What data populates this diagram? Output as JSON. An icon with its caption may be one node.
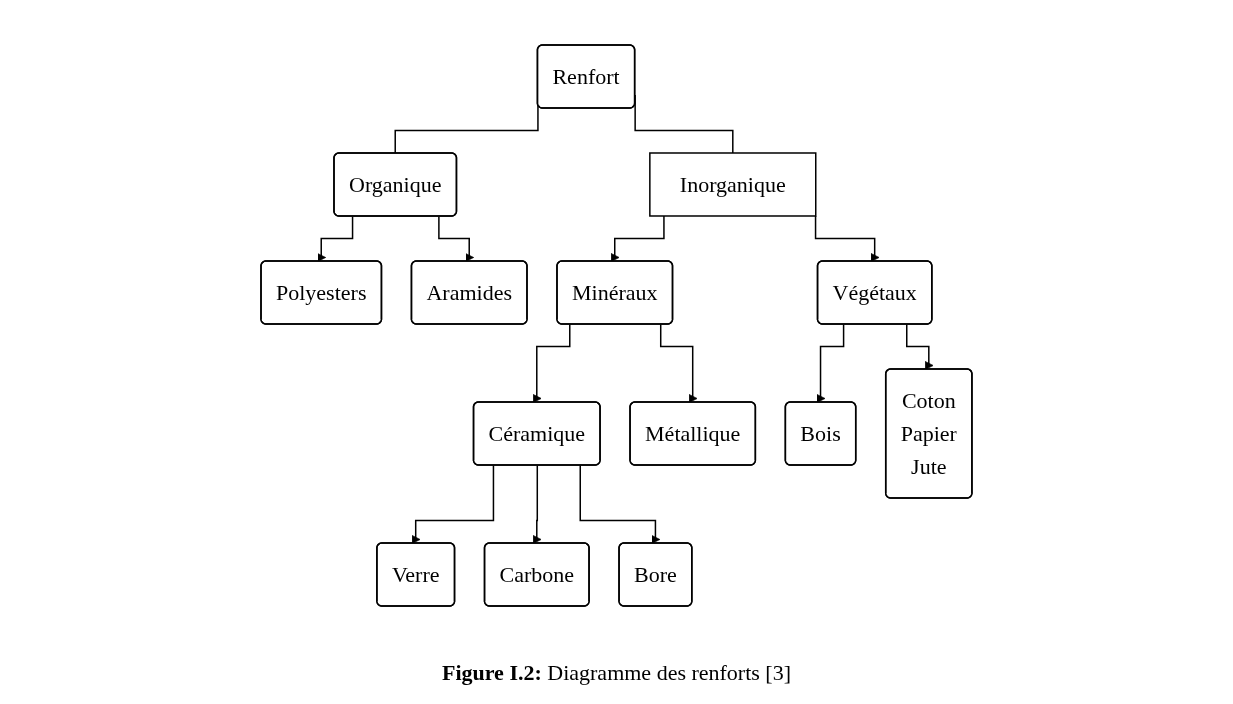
{
  "diagram": {
    "caption": "**Figure I.2:** Diagramme des renforts [3]",
    "nodes": [
      {
        "text": [
          "Renfort"
        ]
      },
      {
        "text": [
          "Organique"
        ]
      },
      {
        "text": [
          "Inorganique"
        ]
      },
      {
        "text": [
          "Polyesters"
        ]
      },
      {
        "text": [
          "Aramides"
        ]
      },
      {
        "text": [
          "Minéraux"
        ]
      },
      {
        "text": [
          "Végétaux"
        ]
      },
      {
        "text": [
          "Céramique"
        ]
      },
      {
        "text": [
          "Métallique"
        ]
      },
      {
        "text": [
          "Verre"
        ]
      },
      {
        "text": [
          "Carbone"
        ]
      },
      {
        "text": [
          "Bore"
        ]
      },
      {
        "text": [
          "Bois"
        ]
      },
      {
        "text": [
          "Coton",
          "Papier",
          "Jute"
        ]
      }
    ],
    "edges": [
      {
        "from": 0,
        "to": 1,
        "arrow": "none"
      },
      {
        "from": 0,
        "to": 2,
        "arrow": "none"
      },
      {
        "from": 1,
        "to": 3,
        "arrow": "to"
      },
      {
        "from": 1,
        "to": 4,
        "arrow": "to"
      },
      {
        "from": 2,
        "to": 5,
        "arrow": "to"
      },
      {
        "from": 2,
        "to": 6,
        "arrow": "to"
      },
      {
        "from": 5,
        "to": 7,
        "arrow": "to"
      },
      {
        "from": 5,
        "to": 8,
        "arrow": "to"
      },
      {
        "from": 6,
        "to": 12,
        "arrow": "to"
      },
      {
        "from": 6,
        "to": 13,
        "arrow": "to"
      },
      {
        "from": 7,
        "to": 9,
        "arrow": "to"
      },
      {
        "from": 7,
        "to": 10,
        "arrow": "to"
      },
      {
        "from": 7,
        "to": 11,
        "arrow": "to"
      }
    ]
  }
}
